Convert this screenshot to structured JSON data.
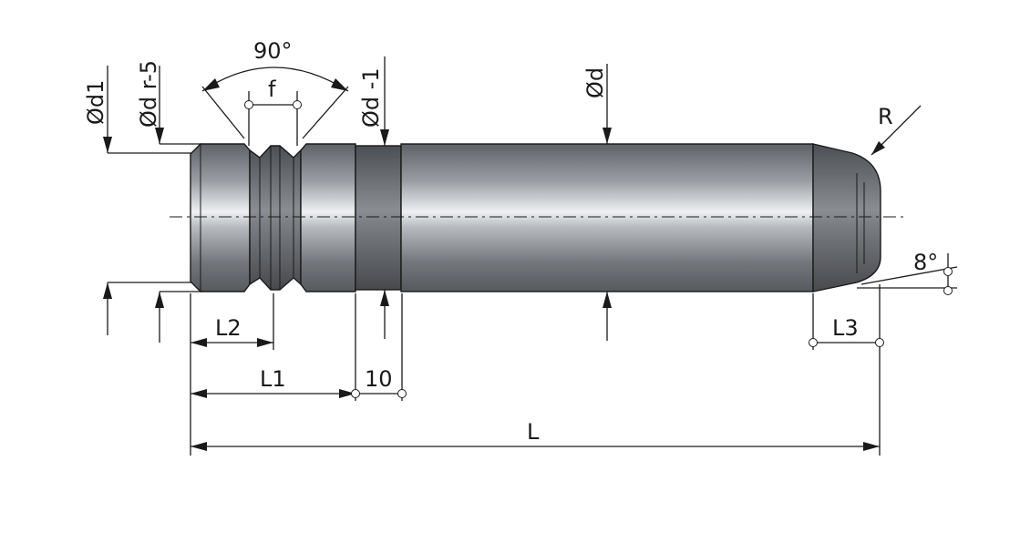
{
  "labels": {
    "d1": "Ød1",
    "d_r5": "Ød r-5",
    "angle_90": "90°",
    "f": "f",
    "d_minus1": "Ød -1",
    "d": "Ød",
    "R": "R",
    "angle_8": "8°",
    "L2": "L2",
    "L1": "L1",
    "ten": "10",
    "L3": "L3",
    "L": "L"
  },
  "colors": {
    "line": "#1a1a1a",
    "body_dark": "#5a5d62",
    "body_mid": "#9ea2a6",
    "body_light": "#e6e8ea",
    "band_dark": "#55585c"
  }
}
